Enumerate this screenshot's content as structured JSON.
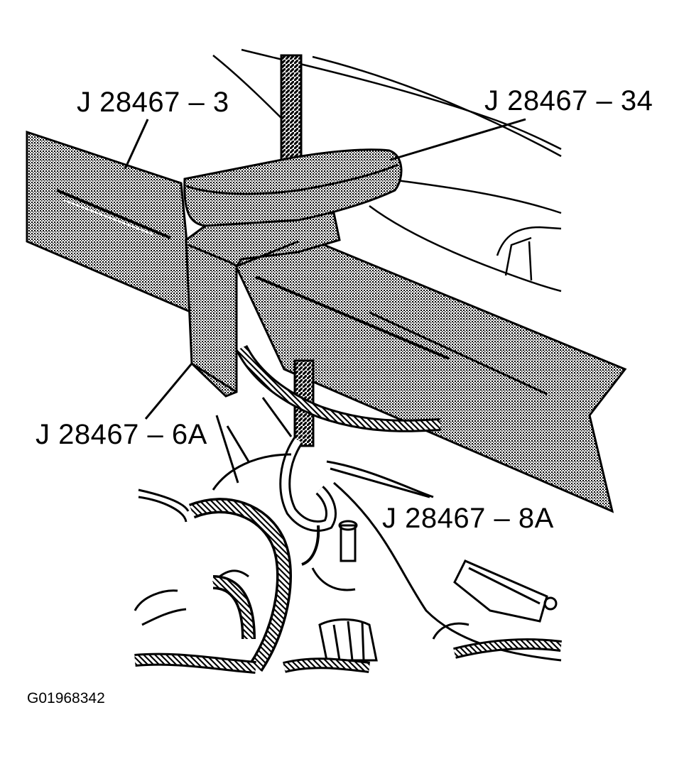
{
  "figure": {
    "callouts": {
      "tool_3": "J 28467 – 3",
      "tool_34": "J 28467 – 34",
      "tool_6a": "J 28467 – 6A",
      "tool_8a": "J 28467 – 8A"
    },
    "figure_id": "G01968342"
  },
  "colors": {
    "ink": "#000000",
    "paper": "#ffffff",
    "stipple": "#9a9a9a"
  }
}
